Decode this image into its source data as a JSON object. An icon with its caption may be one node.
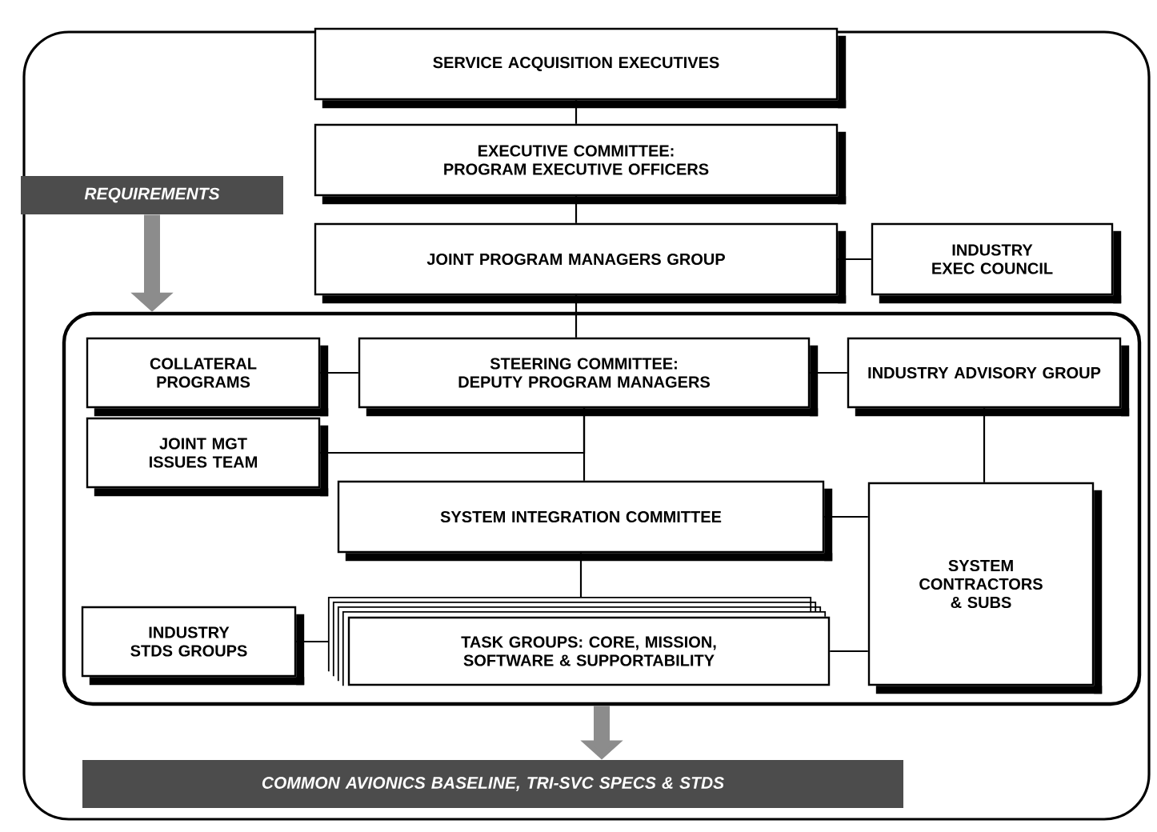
{
  "diagram": {
    "nodes": [
      {
        "text": [],
        "shape": "box"
      },
      {
        "text": [
          "SERVICE ACQUISITION EXECUTIVES"
        ],
        "in": 0
      },
      {
        "text": [
          "EXECUTIVE COMMITTEE: PROGRAM EXECUTIVE OFFICERS"
        ],
        "in": 0
      },
      {
        "text": [
          "REQUIREMENTS"
        ],
        "in": 0
      },
      {
        "text": [
          "JOINT PROGRAM MANAGERS GROUP"
        ],
        "in": 0
      },
      {
        "text": [
          "INDUSTRY EXEC COUNCIL"
        ],
        "in": 0
      },
      {
        "text": [],
        "shape": "box",
        "in": 0
      },
      {
        "text": [
          "COLLATERAL PROGRAMS"
        ],
        "in": 6
      },
      {
        "text": [
          "STEERING COMMITTEE: DEPUTY PROGRAM MANAGERS"
        ],
        "in": 6
      },
      {
        "text": [
          "INDUSTRY ADVISORY GROUP"
        ],
        "in": 6
      },
      {
        "text": [
          "JOINT MGT ISSUES TEAM"
        ],
        "in": 6
      },
      {
        "text": [
          "SYSTEM INTEGRATION COMMITTEE"
        ],
        "in": 6
      },
      {
        "text": [
          "SYSTEM CONTRACTORS & SUBS"
        ],
        "in": 6
      },
      {
        "text": [
          "INDUSTRY STDS GROUPS"
        ],
        "in": 6
      },
      {
        "text": [
          "TASK GROUPS: CORE, MISSION, SOFTWARE & SUPPORTABILITY"
        ],
        "in": 6
      },
      {
        "text": [
          "COMMON AVIONICS BASELINE, TRI-SVC SPECS & STDS"
        ],
        "in": 0
      }
    ],
    "edges": [
      {
        "from": 1,
        "to": 2,
        "arrow": "none"
      },
      {
        "from": 2,
        "to": 4,
        "arrow": "none"
      },
      {
        "from": 4,
        "to": 5,
        "arrow": "none"
      },
      {
        "from": 4,
        "to": 8,
        "arrow": "none"
      },
      {
        "from": 7,
        "to": 8,
        "arrow": "none"
      },
      {
        "from": 8,
        "to": 9,
        "arrow": "none"
      },
      {
        "from": 8,
        "to": 11,
        "arrow": "none"
      },
      {
        "from": 10,
        "to": 8,
        "arrow": "none"
      },
      {
        "from": 9,
        "to": 12,
        "arrow": "none"
      },
      {
        "from": 11,
        "to": 12,
        "arrow": "none"
      },
      {
        "from": 11,
        "to": 14,
        "arrow": "none"
      },
      {
        "from": 13,
        "to": 14,
        "arrow": "none"
      },
      {
        "from": 14,
        "to": 12,
        "arrow": "none"
      },
      {
        "from": 3,
        "to": 6,
        "arrow": "to",
        "style": "thick",
        "color": "#8c8c8c"
      },
      {
        "from": 6,
        "to": 15,
        "arrow": "to",
        "style": "thick",
        "color": "#8c8c8c"
      }
    ]
  }
}
